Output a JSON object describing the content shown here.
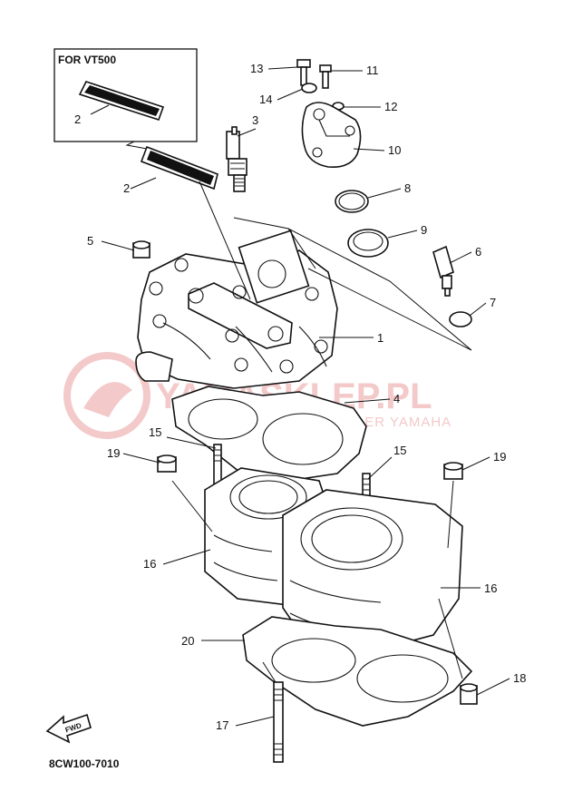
{
  "inset_title": "FOR VT500",
  "code": "8CW100-7010",
  "watermark": {
    "main": "YAMASKLEP.PL",
    "sub": "WSZYSTKO OD DEALER YAMAHA"
  },
  "fwd_label": "FWD",
  "callouts": [
    {
      "id": "c1",
      "label": "1"
    },
    {
      "id": "c2a",
      "label": "2"
    },
    {
      "id": "c2b",
      "label": "2"
    },
    {
      "id": "c3",
      "label": "3"
    },
    {
      "id": "c4",
      "label": "4"
    },
    {
      "id": "c5",
      "label": "5"
    },
    {
      "id": "c6",
      "label": "6"
    },
    {
      "id": "c7",
      "label": "7"
    },
    {
      "id": "c8",
      "label": "8"
    },
    {
      "id": "c9",
      "label": "9"
    },
    {
      "id": "c10",
      "label": "10"
    },
    {
      "id": "c11",
      "label": "11"
    },
    {
      "id": "c12",
      "label": "12"
    },
    {
      "id": "c13",
      "label": "13"
    },
    {
      "id": "c14",
      "label": "14"
    },
    {
      "id": "c15a",
      "label": "15"
    },
    {
      "id": "c15b",
      "label": "15"
    },
    {
      "id": "c16a",
      "label": "16"
    },
    {
      "id": "c16b",
      "label": "16"
    },
    {
      "id": "c17",
      "label": "17"
    },
    {
      "id": "c18",
      "label": "18"
    },
    {
      "id": "c19a",
      "label": "19"
    },
    {
      "id": "c19b",
      "label": "19"
    },
    {
      "id": "c20",
      "label": "20"
    }
  ]
}
